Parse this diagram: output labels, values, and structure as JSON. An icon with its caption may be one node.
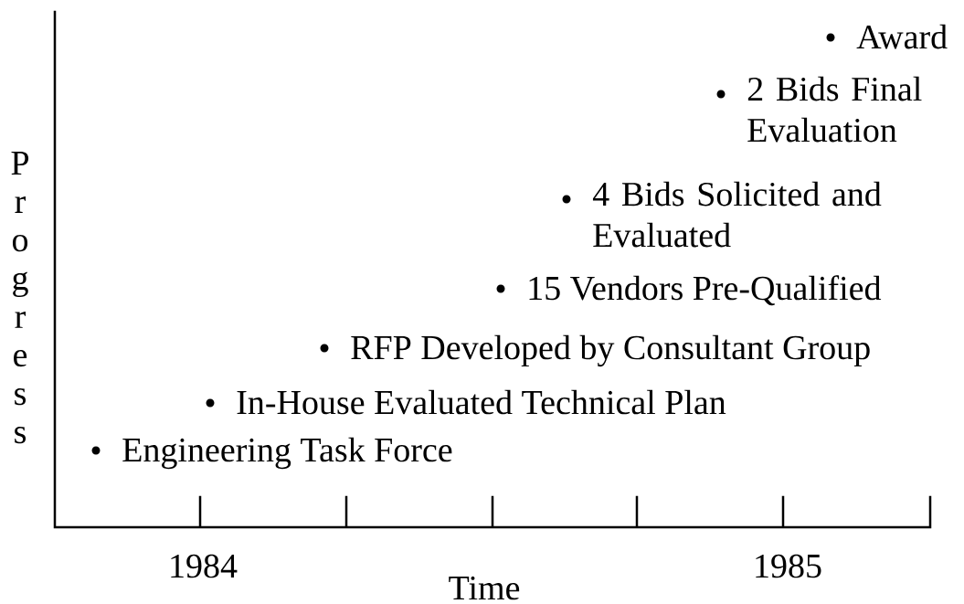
{
  "diagram": {
    "labels": [
      "Award",
      "2 Bids Final Evaluation",
      "Progress",
      "4 Bids Solicited and Evaluated",
      "15 Vendors Pre-Qualified",
      "RFP Developed by Consultant Group",
      "In-House Evaluated Technical Plan",
      "Engineering Task Force",
      "1984",
      "1985",
      "Time"
    ]
  }
}
